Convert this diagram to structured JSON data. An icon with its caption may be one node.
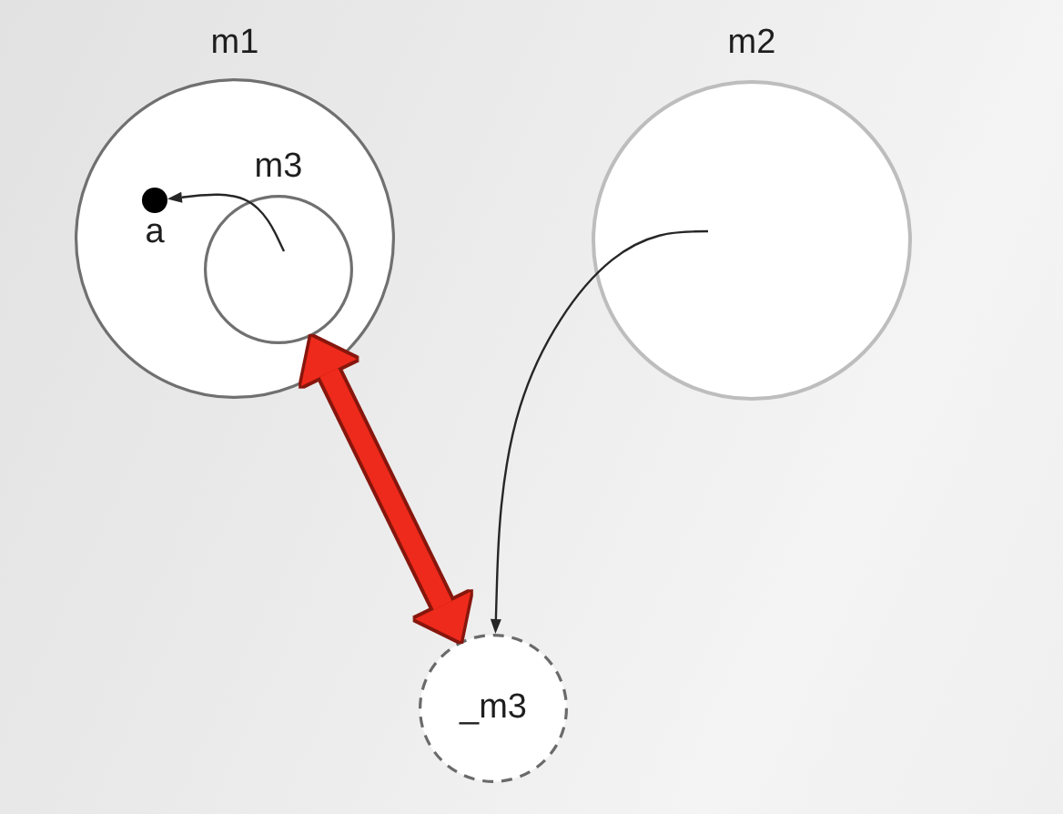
{
  "diagram": {
    "nodes": [
      {
        "text": [
          "m1"
        ]
      },
      {
        "text": [
          "m3"
        ],
        "in": 0
      },
      {
        "text": [
          "a"
        ],
        "in": 0
      },
      {
        "text": [
          "m2"
        ]
      },
      {
        "text": [
          "_m3"
        ]
      }
    ],
    "edges": [
      {
        "from": 1,
        "to": 2,
        "arrow": "to"
      },
      {
        "from": 3,
        "to": 4,
        "arrow": "to"
      },
      {
        "from": 1,
        "to": 4,
        "arrow": "both",
        "style": "thick",
        "color": "#ee2a1a"
      }
    ]
  }
}
